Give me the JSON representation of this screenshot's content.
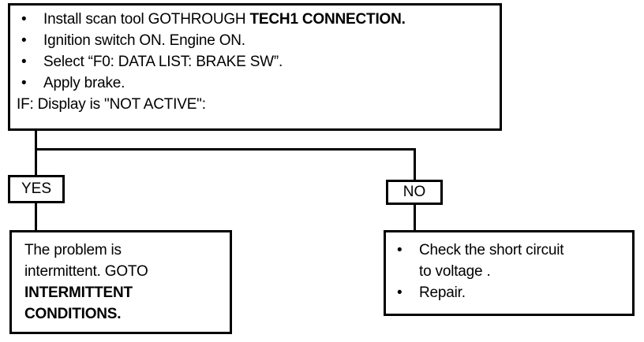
{
  "top_box": {
    "steps": [
      [
        "Install scan tool GOTHROUGH ",
        "TECH1 CONNECTION."
      ],
      [
        "Ignition switch ON.  Engine ON.",
        ""
      ],
      [
        "Select “F0: DATA LIST: BRAKE SW”.",
        ""
      ],
      [
        "Apply brake.",
        ""
      ]
    ],
    "condition": "IF: Display is \"NOT ACTIVE\":"
  },
  "yes_branch": {
    "label": "YES",
    "text_lines": [
      "The problem is",
      "intermittent. GOTO"
    ],
    "bold_lines": [
      "INTERMITTENT",
      "CONDITIONS."
    ]
  },
  "no_branch": {
    "label": "NO",
    "steps": [
      "Check the short circuit",
      "Repair."
    ],
    "step1_continuation": "to voltage ."
  }
}
